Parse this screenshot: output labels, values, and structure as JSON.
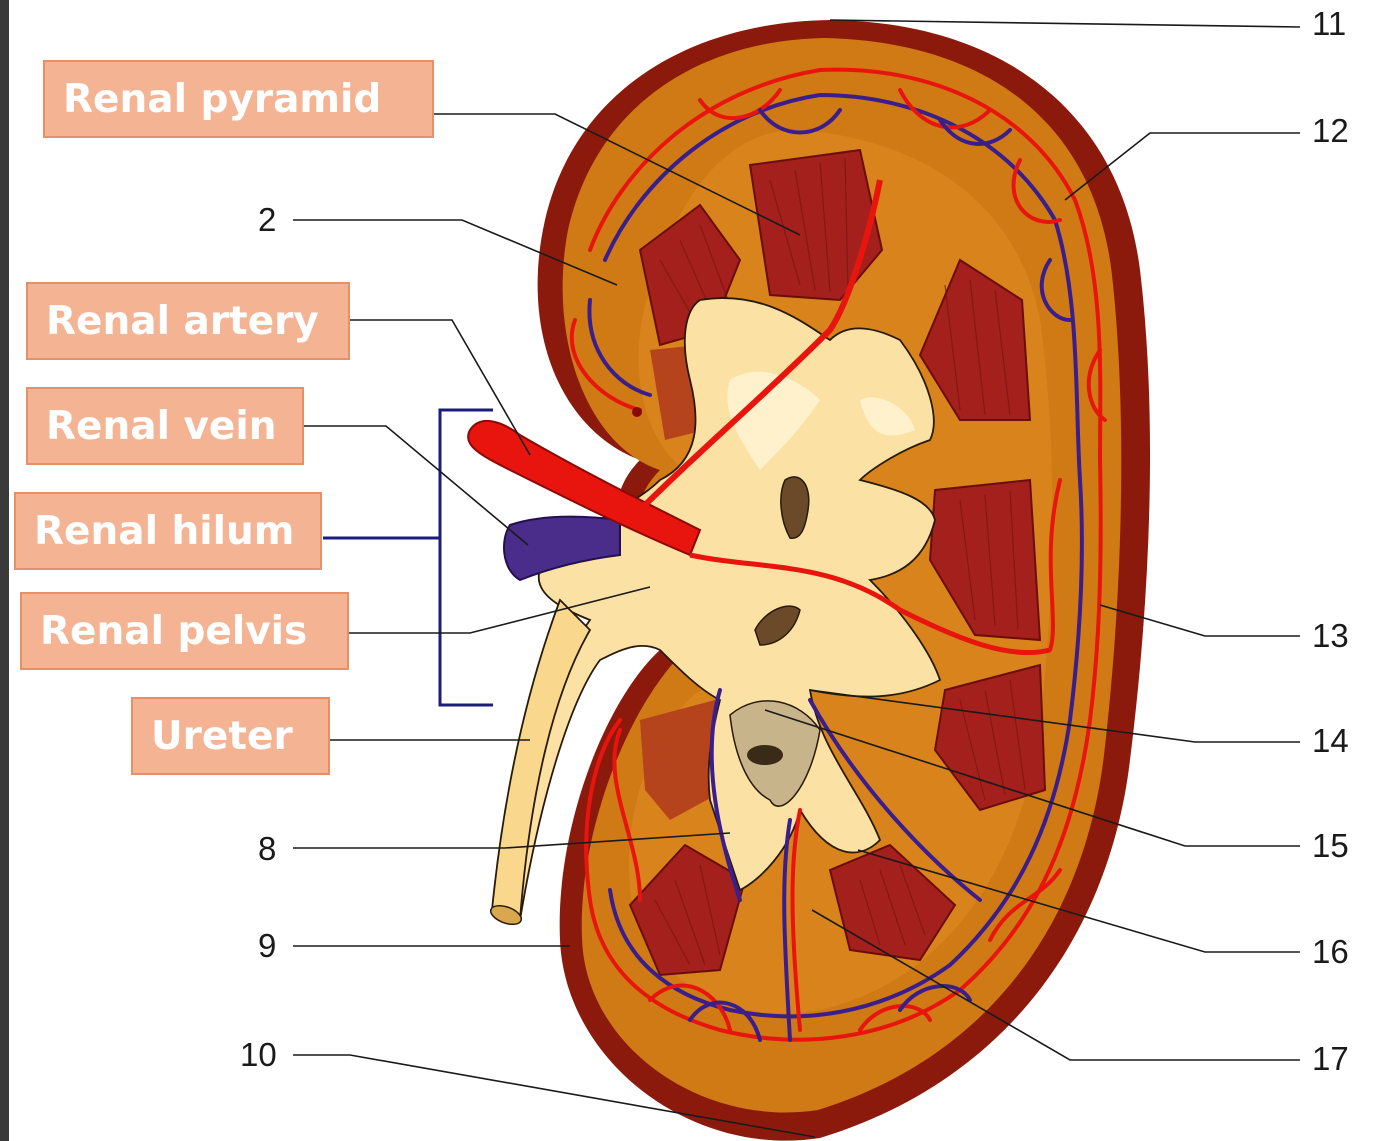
{
  "labels": {
    "renal_pyramid": "Renal pyramid",
    "renal_artery": "Renal artery",
    "renal_vein": "Renal vein",
    "renal_hilum": "Renal hilum",
    "renal_pelvis": "Renal pelvis",
    "ureter": "Ureter"
  },
  "numbers": {
    "n2": "2",
    "n8": "8",
    "n9": "9",
    "n10": "10",
    "n11": "11",
    "n12": "12",
    "n13": "13",
    "n14": "14",
    "n15": "15",
    "n16": "16",
    "n17": "17"
  },
  "colors": {
    "label_fill": "#f4b393",
    "label_border": "#e59069",
    "capsule": "#8b1a0c",
    "cortex": "#cf7a14",
    "medulla_pyramid": "#a3201c",
    "pelvis": "#fbe2a4",
    "artery": "#e8150f",
    "vein": "#3a1f8c",
    "hilum_bracket": "#1c1c7a"
  }
}
